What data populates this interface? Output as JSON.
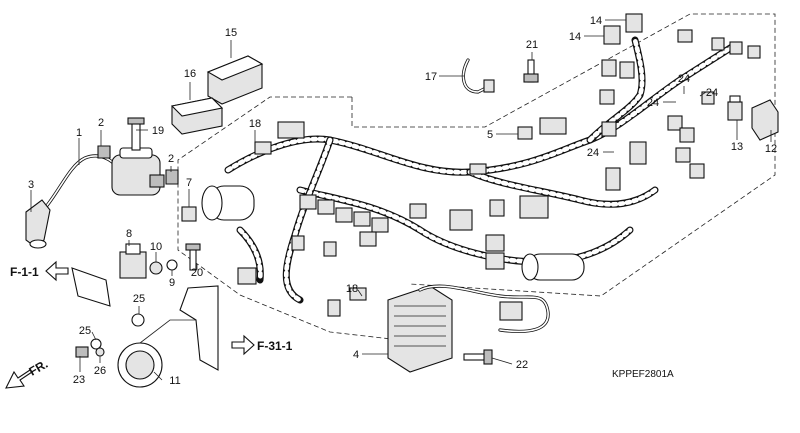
{
  "diagram": {
    "part_numbers": [
      "1",
      "2",
      "2",
      "3",
      "4",
      "5",
      "7",
      "8",
      "9",
      "10",
      "11",
      "12",
      "13",
      "14",
      "14",
      "15",
      "16",
      "17",
      "18",
      "18",
      "19",
      "20",
      "21",
      "22",
      "23",
      "24",
      "24",
      "24",
      "24",
      "25",
      "25",
      "26"
    ],
    "references": [
      "F-1-1",
      "F-31-1"
    ],
    "direction_label": "FR.",
    "drawing_code": "KPPEF2801A"
  }
}
